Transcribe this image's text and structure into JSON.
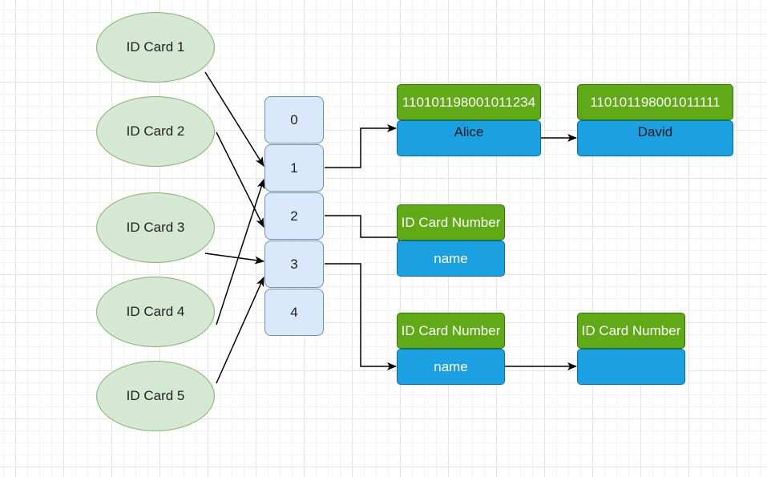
{
  "keys": [
    "ID Card 1",
    "ID Card 2",
    "ID Card 3",
    "ID Card 4",
    "ID Card 5"
  ],
  "buckets": [
    "0",
    "1",
    "2",
    "3",
    "4"
  ],
  "chains": {
    "bucket1": [
      {
        "key": "110101198001011234",
        "value": "Alice"
      },
      {
        "key": "110101198001011111",
        "value": "David"
      }
    ],
    "bucket2": [
      {
        "key": "ID Card Number",
        "value": "name"
      }
    ],
    "bucket3": [
      {
        "key": "ID Card Number",
        "value": "name"
      },
      {
        "key": "ID Card Number",
        "value": ""
      }
    ]
  },
  "colors": {
    "ellipse_fill": "#d5e8d4",
    "ellipse_stroke": "#82b366",
    "bucket_fill": "#dae8fc",
    "bucket_stroke": "#6c8ebf",
    "key_fill": "#60a917",
    "value_fill": "#1ba1e2",
    "arrow": "#000000"
  }
}
